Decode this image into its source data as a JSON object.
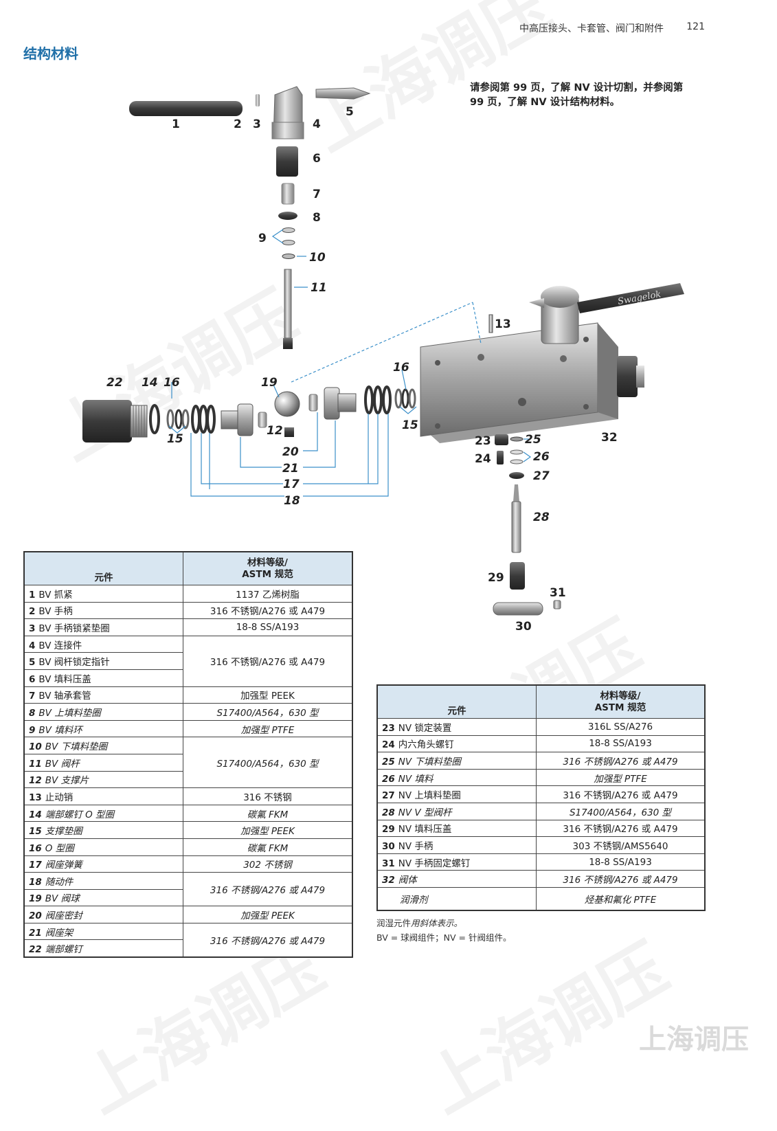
{
  "header": {
    "text": "中高压接头、卡套管、阀门和附件",
    "page": "121"
  },
  "section_title": "结构材料",
  "note": "请参阅第 99 页，了解 NV 设计切割，并参阅第 99 页，了解 NV 设计结构材料。",
  "diagram": {
    "brand": "Swagelok",
    "labels": [
      "1",
      "2",
      "3",
      "4",
      "5",
      "6",
      "7",
      "8",
      "9",
      "10",
      "11",
      "12",
      "13",
      "14",
      "15",
      "15",
      "16",
      "16",
      "17",
      "18",
      "19",
      "20",
      "21",
      "22",
      "23",
      "24",
      "25",
      "26",
      "27",
      "28",
      "29",
      "30",
      "31",
      "32"
    ]
  },
  "table1": {
    "head_component": "元件",
    "head_material_line1": "材料等级/",
    "head_material_line2": "ASTM 规范",
    "rows": [
      {
        "num": "1",
        "name": "BV 抓紧",
        "material": "1137 乙烯树脂"
      },
      {
        "num": "2",
        "name": "BV 手柄",
        "material": "316 不锈钢/A276 或 A479"
      },
      {
        "num": "3",
        "name": "BV 手柄锁紧垫圈",
        "material": "18-8 SS/A193"
      },
      {
        "num": "4",
        "name": "BV 连接件",
        "material": "316 不锈钢/A276 或 A479"
      },
      {
        "num": "5",
        "name": "BV 阀杆锁定指针",
        "material": ""
      },
      {
        "num": "6",
        "name": "BV 填料压盖",
        "material": ""
      },
      {
        "num": "7",
        "name": "BV 轴承套管",
        "material": "加强型 PEEK"
      },
      {
        "num": "8",
        "name": "BV 上填料垫圈",
        "material": "S17400/A564，630 型"
      },
      {
        "num": "9",
        "name": "BV 填料环",
        "material": "加强型 PTFE"
      },
      {
        "num": "10",
        "name": "BV 下填料垫圈",
        "material": "S17400/A564，630 型"
      },
      {
        "num": "11",
        "name": "BV 阀杆",
        "material": ""
      },
      {
        "num": "12",
        "name": "BV 支撑片",
        "material": ""
      },
      {
        "num": "13",
        "name": "止动销",
        "material": "316 不锈钢"
      },
      {
        "num": "14",
        "name": "端部螺钉 O 型圈",
        "material": "碳氟 FKM"
      },
      {
        "num": "15",
        "name": "支撑垫圈",
        "material": "加强型 PEEK"
      },
      {
        "num": "16",
        "name": "O 型圈",
        "material": "碳氟 FKM"
      },
      {
        "num": "17",
        "name": "阀座弹簧",
        "material": "302 不锈钢"
      },
      {
        "num": "18",
        "name": "随动件",
        "material": "316 不锈钢/A276 或 A479"
      },
      {
        "num": "19",
        "name": "BV 阀球",
        "material": ""
      },
      {
        "num": "20",
        "name": "阀座密封",
        "material": "加强型 PEEK"
      },
      {
        "num": "21",
        "name": "阀座架",
        "material": "316 不锈钢/A276 或 A479"
      },
      {
        "num": "22",
        "name": "端部螺钉",
        "material": ""
      }
    ]
  },
  "table2": {
    "head_component": "元件",
    "head_material_line1": "材料等级/",
    "head_material_line2": "ASTM 规范",
    "rows": [
      {
        "num": "23",
        "name": "NV 锁定装置",
        "material": "316L SS/A276"
      },
      {
        "num": "24",
        "name": "内六角头螺钉",
        "material": "18-8 SS/A193"
      },
      {
        "num": "25",
        "name": "NV 下填料垫圈",
        "material": "316 不锈钢/A276 或 A479"
      },
      {
        "num": "26",
        "name": "NV 填料",
        "material": "加强型 PTFE"
      },
      {
        "num": "27",
        "name": "NV 上填料垫圈",
        "material": "316 不锈钢/A276 或 A479"
      },
      {
        "num": "28",
        "name": "NV V 型阀杆",
        "material": "S17400/A564，630 型"
      },
      {
        "num": "29",
        "name": "NV 填料压盖",
        "material": "316 不锈钢/A276 或 A479"
      },
      {
        "num": "30",
        "name": "NV 手柄",
        "material": "303 不锈钢/AMS5640"
      },
      {
        "num": "31",
        "name": "NV 手柄固定螺钉",
        "material": "18-8 SS/A193"
      },
      {
        "num": "32",
        "name": "阀体",
        "material": "316 不锈钢/A276 或 A479"
      },
      {
        "num": "",
        "name": "润滑剂",
        "material": "烃基和氟化 PTFE"
      }
    ]
  },
  "footnotes": {
    "line1_a": "润湿元件",
    "line1_b": "用斜体表示。",
    "line2": "BV = 球阀组件；NV = 针阀组件。"
  },
  "watermark": "上海调压"
}
